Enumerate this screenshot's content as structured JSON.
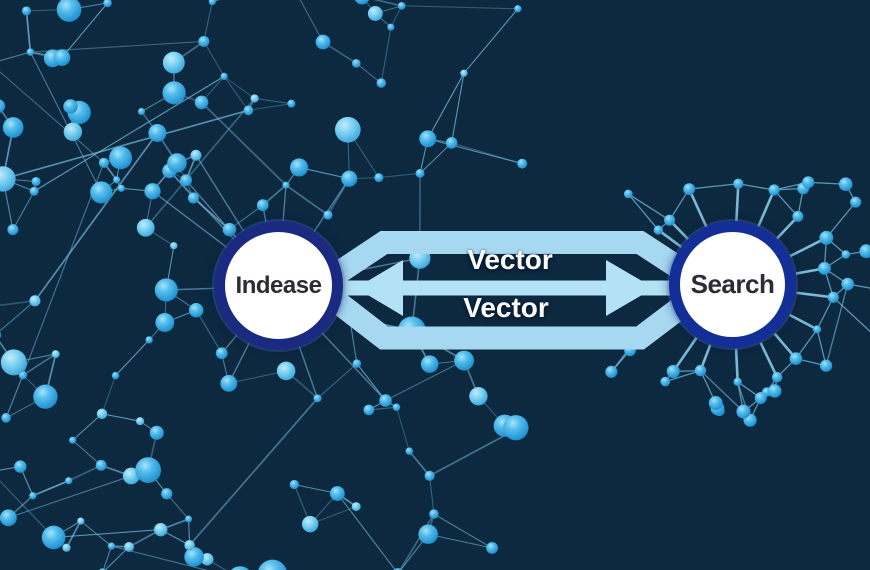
{
  "diagram": {
    "left_node": {
      "label": "Indease"
    },
    "right_node": {
      "label": "Search"
    },
    "top_arrow_label": "Vector",
    "bottom_arrow_label": "Vector"
  },
  "colors": {
    "background": "#0c2940",
    "band": "#a6d9f1",
    "arrow": "#b3e1f5",
    "edge_line": "#7cc3e6",
    "spoke_line": "#8ed2f0",
    "node_mid": "#3aaee6",
    "node_highlight": "#a5e4f9",
    "node_deep": "#1186c9",
    "left_ring": "#1a2a80",
    "right_ring": "#132f97",
    "circle_fill": "#ffffff",
    "label_dark": "#2c2c34",
    "label_light": "#ffffff"
  },
  "background_network": {
    "left_cluster": {
      "seed": 9,
      "node_count": 132
    },
    "right_cluster": {
      "seed": 4,
      "spoke_count": 16,
      "outer_count": 30
    }
  }
}
